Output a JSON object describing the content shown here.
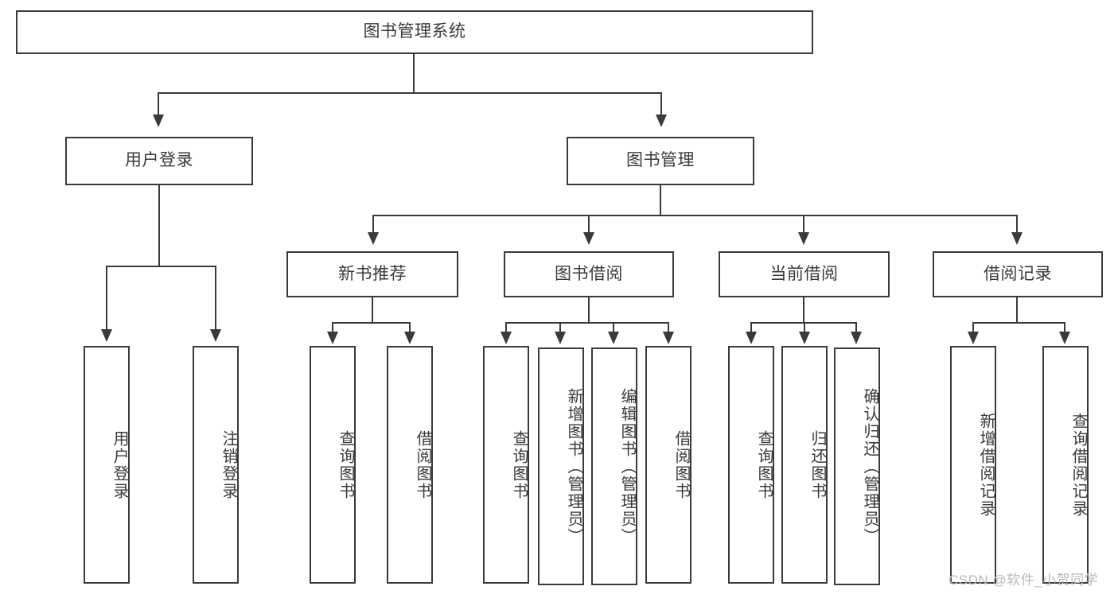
{
  "diagram": {
    "type": "tree-hierarchy",
    "title": "图书管理系统",
    "root": {
      "label": "图书管理系统"
    },
    "level2": [
      {
        "label": "用户登录"
      },
      {
        "label": "图书管理"
      }
    ],
    "level3": [
      {
        "label": "新书推荐"
      },
      {
        "label": "图书借阅"
      },
      {
        "label": "当前借阅"
      },
      {
        "label": "借阅记录"
      }
    ],
    "leaves": {
      "user_login": [
        {
          "label": "用户登录"
        },
        {
          "label": "注销登录"
        }
      ],
      "new_book_recommend": [
        {
          "label": "查询图书"
        },
        {
          "label": "借阅图书"
        }
      ],
      "book_borrow": [
        {
          "label": "查询图书"
        },
        {
          "label": "新增图书（管理员）"
        },
        {
          "label": "编辑图书（管理员）"
        },
        {
          "label": "借阅图书"
        }
      ],
      "current_borrow": [
        {
          "label": "查询图书"
        },
        {
          "label": "归还图书"
        },
        {
          "label": "确认归还（管理员）"
        }
      ],
      "borrow_record": [
        {
          "label": "新增借阅记录"
        },
        {
          "label": "查询借阅记录"
        }
      ]
    }
  },
  "watermark": {
    "text": "CSDN @软件_小贺同学"
  },
  "colors": {
    "stroke": "#3a3a3a",
    "background": "#ffffff",
    "text": "#3a3a3a",
    "watermark": "#b9b9b9"
  }
}
